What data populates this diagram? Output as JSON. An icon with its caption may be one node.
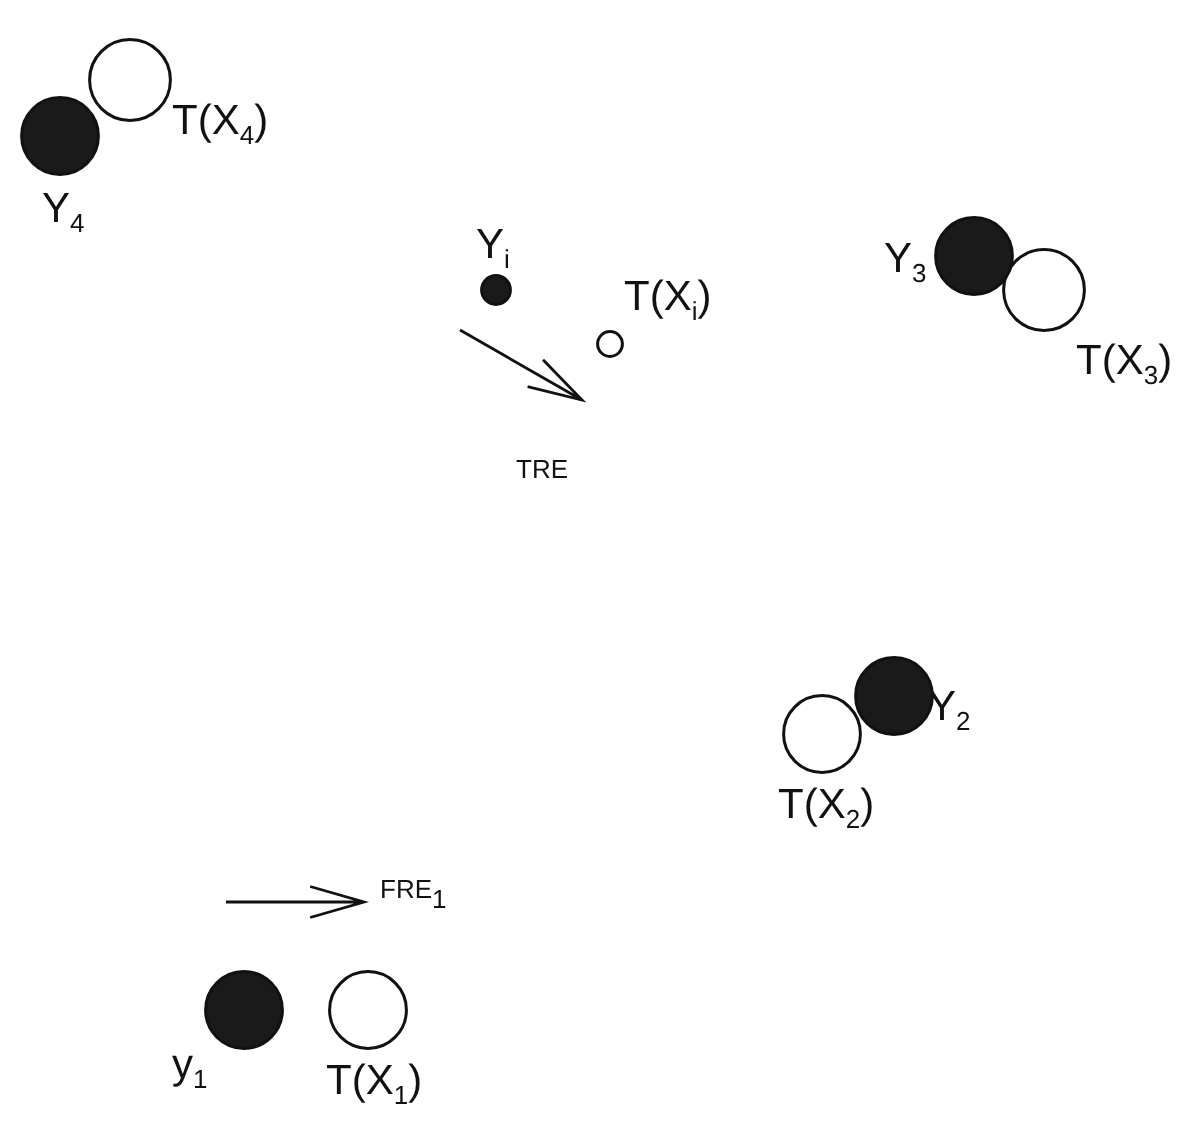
{
  "diagram": {
    "nodes": [
      {
        "text": [],
        "shape": "circle",
        "beside": [
          "Y$_{4}$"
        ]
      },
      {
        "text": [],
        "shape": "circle",
        "beside": [
          "T(X$_{4}$)"
        ]
      },
      {
        "text": [],
        "shape": "circle",
        "beside": [
          "Y$_{i}$"
        ]
      },
      {
        "text": [],
        "shape": "circle",
        "beside": [
          "T(X$_{i}$)"
        ]
      },
      {
        "text": [],
        "shape": "circle",
        "beside": [
          "Y$_{3}$"
        ]
      },
      {
        "text": [],
        "shape": "circle",
        "beside": [
          "T(X$_{3}$)"
        ]
      },
      {
        "text": [],
        "shape": "circle",
        "beside": [
          "Y$_{2}$"
        ]
      },
      {
        "text": [],
        "shape": "circle",
        "beside": [
          "T(X$_{2}$)"
        ]
      },
      {
        "text": [],
        "shape": "circle",
        "beside": [
          "y$_{1}$"
        ]
      },
      {
        "text": [],
        "shape": "circle",
        "beside": [
          "T(X$_{1}$)"
        ]
      }
    ],
    "labels": [
      "TRE",
      "FRE$_{1}$"
    ]
  }
}
